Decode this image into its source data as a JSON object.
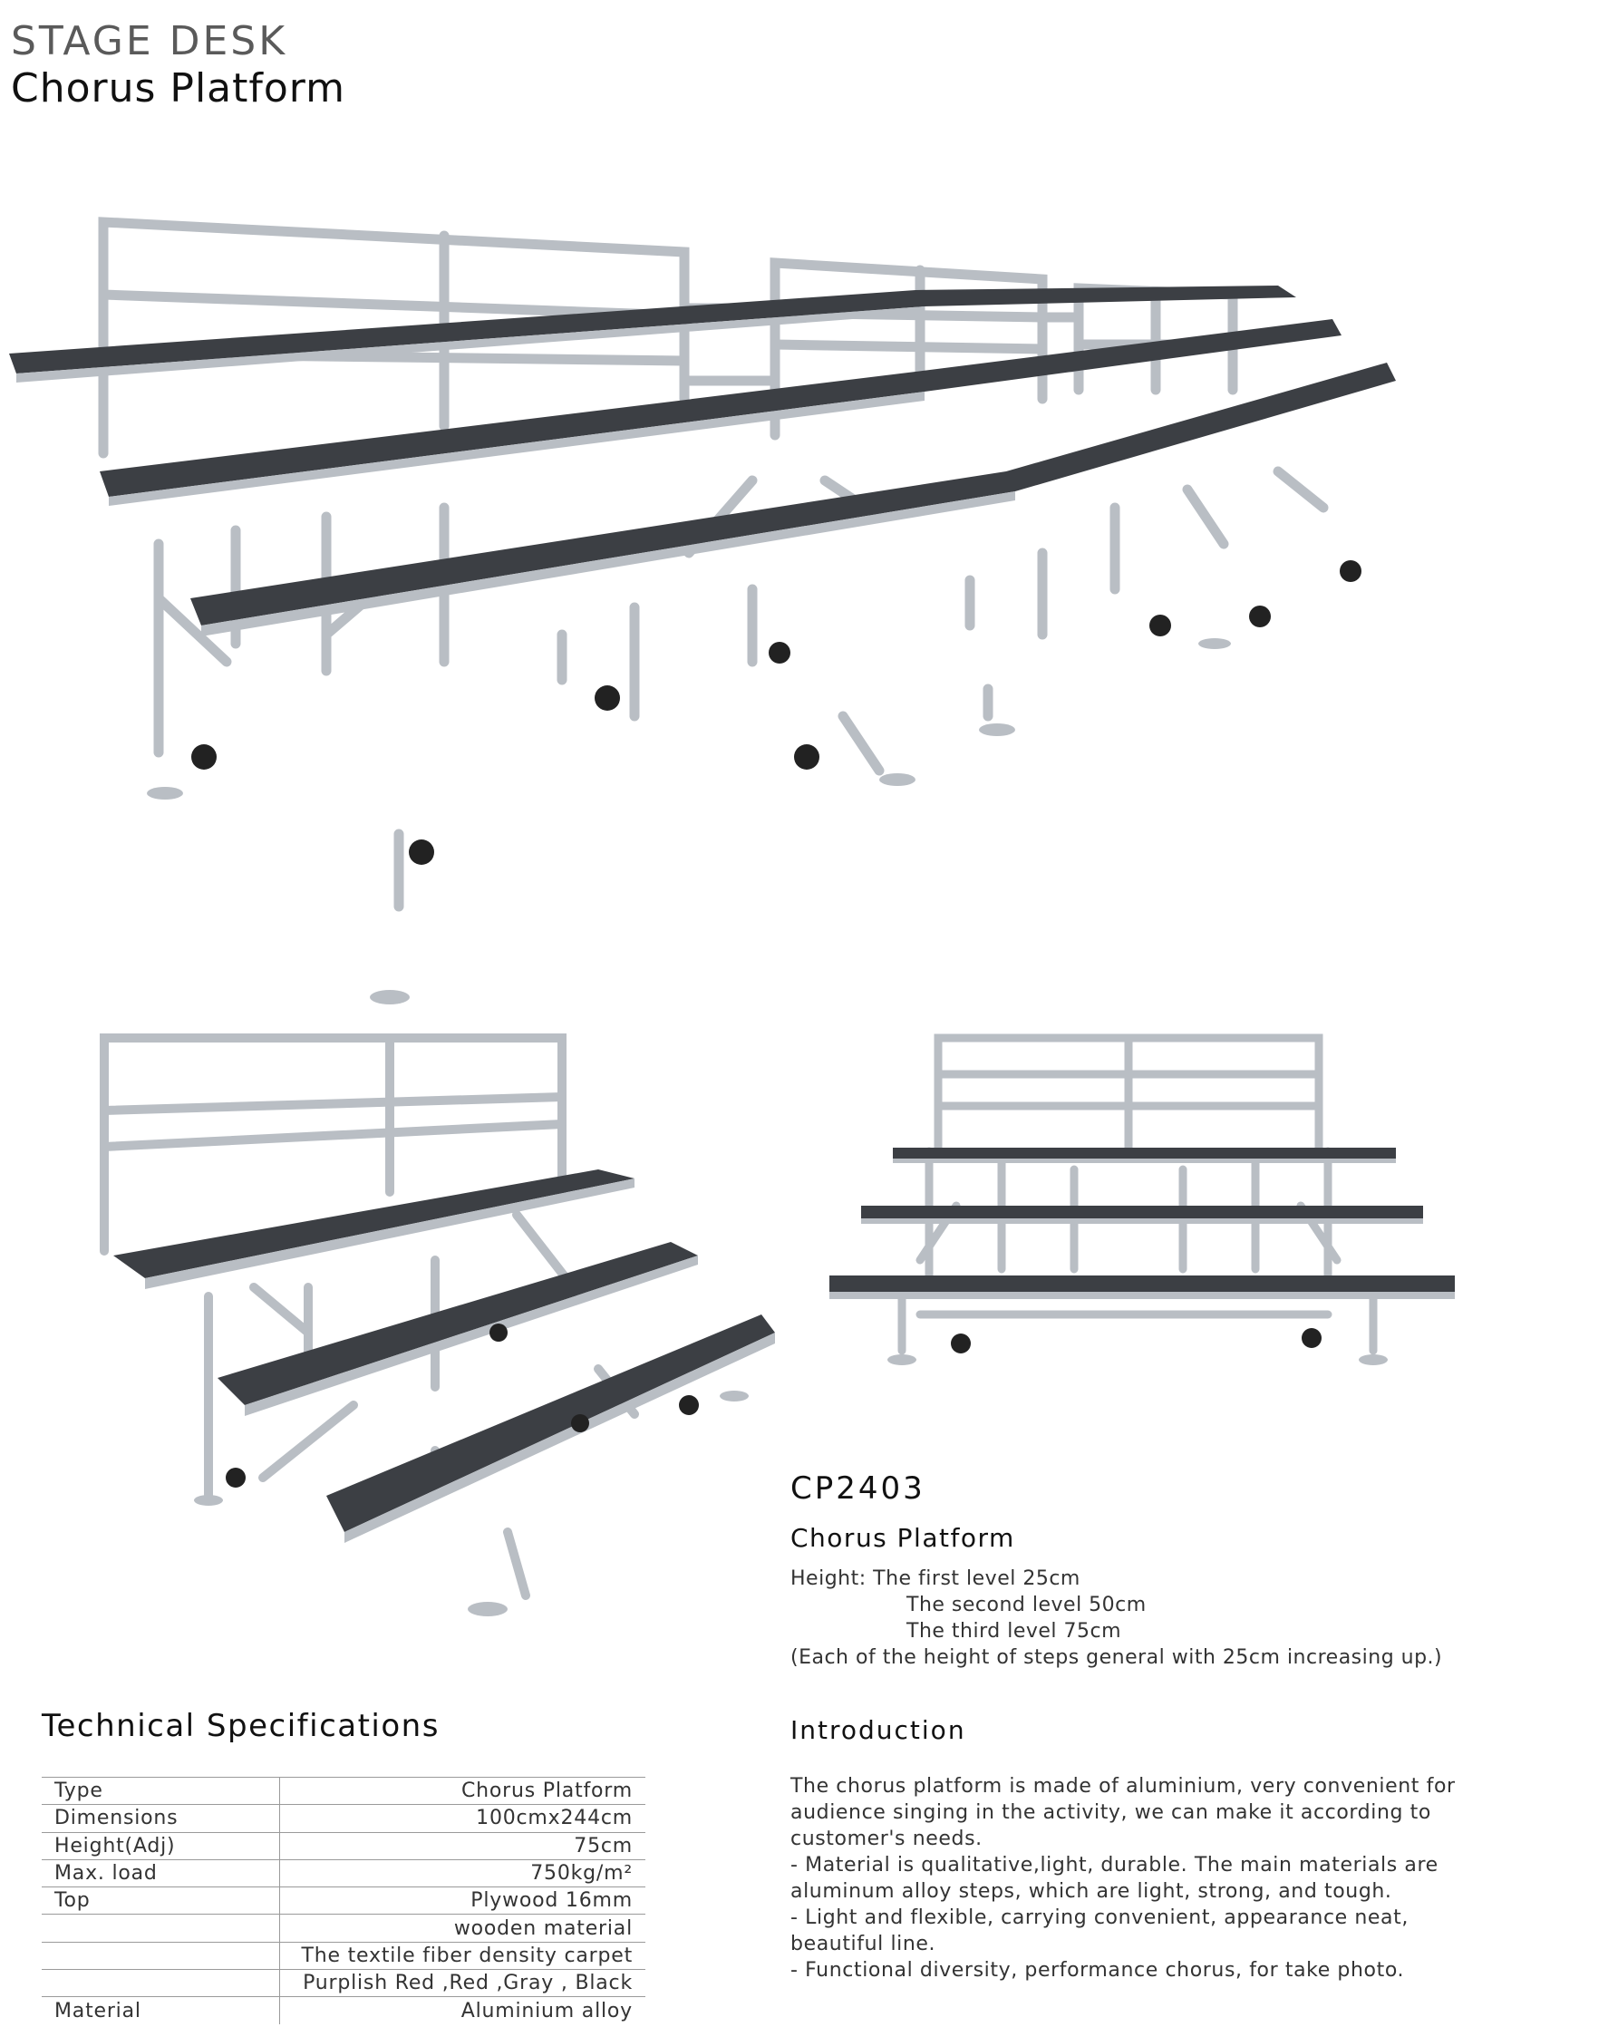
{
  "header": {
    "subtitle": "STAGE DESK",
    "title": "Chorus Platform"
  },
  "product": {
    "model": "CP2403",
    "name": "Chorus Platform",
    "heights": [
      "Height: The first level 25cm",
      "The second level 50cm",
      "The third level 75cm",
      "(Each of the height of steps general with 25cm increasing up.)"
    ]
  },
  "specs": {
    "heading": "Technical Specifications",
    "rows": [
      {
        "key": "Type",
        "value": "Chorus Platform"
      },
      {
        "key": "Dimensions",
        "value": "100cmx244cm"
      },
      {
        "key": "Height(Adj)",
        "value": "75cm"
      },
      {
        "key": "Max. load",
        "value": "750kg/m²"
      },
      {
        "key": "Top",
        "value": "Plywood 16mm"
      },
      {
        "key": "",
        "value": "wooden material"
      },
      {
        "key": "",
        "value": "The textile fiber density carpet"
      },
      {
        "key": "",
        "value": "Purplish Red ,Red ,Gray , Black"
      },
      {
        "key": "Material",
        "value": "Aluminium alloy"
      }
    ]
  },
  "introduction": {
    "heading": "Introduction",
    "paragraphs": [
      "The chorus platform is made of aluminium, very convenient for audience singing in the activity, we can make it according to customer's needs.",
      "- Material is qualitative,light, durable. The main materials are aluminum alloy steps, which are light, strong, and tough.",
      "- Light and flexible, carrying convenient, appearance neat, beautiful line.",
      "- Functional diversity, performance chorus, for take photo."
    ]
  },
  "colors": {
    "frame": "#b9bec4",
    "frame_dark": "#7d848c",
    "deck": "#3c3f44",
    "deck_top": "#4a4e54",
    "wheel": "#222222"
  }
}
